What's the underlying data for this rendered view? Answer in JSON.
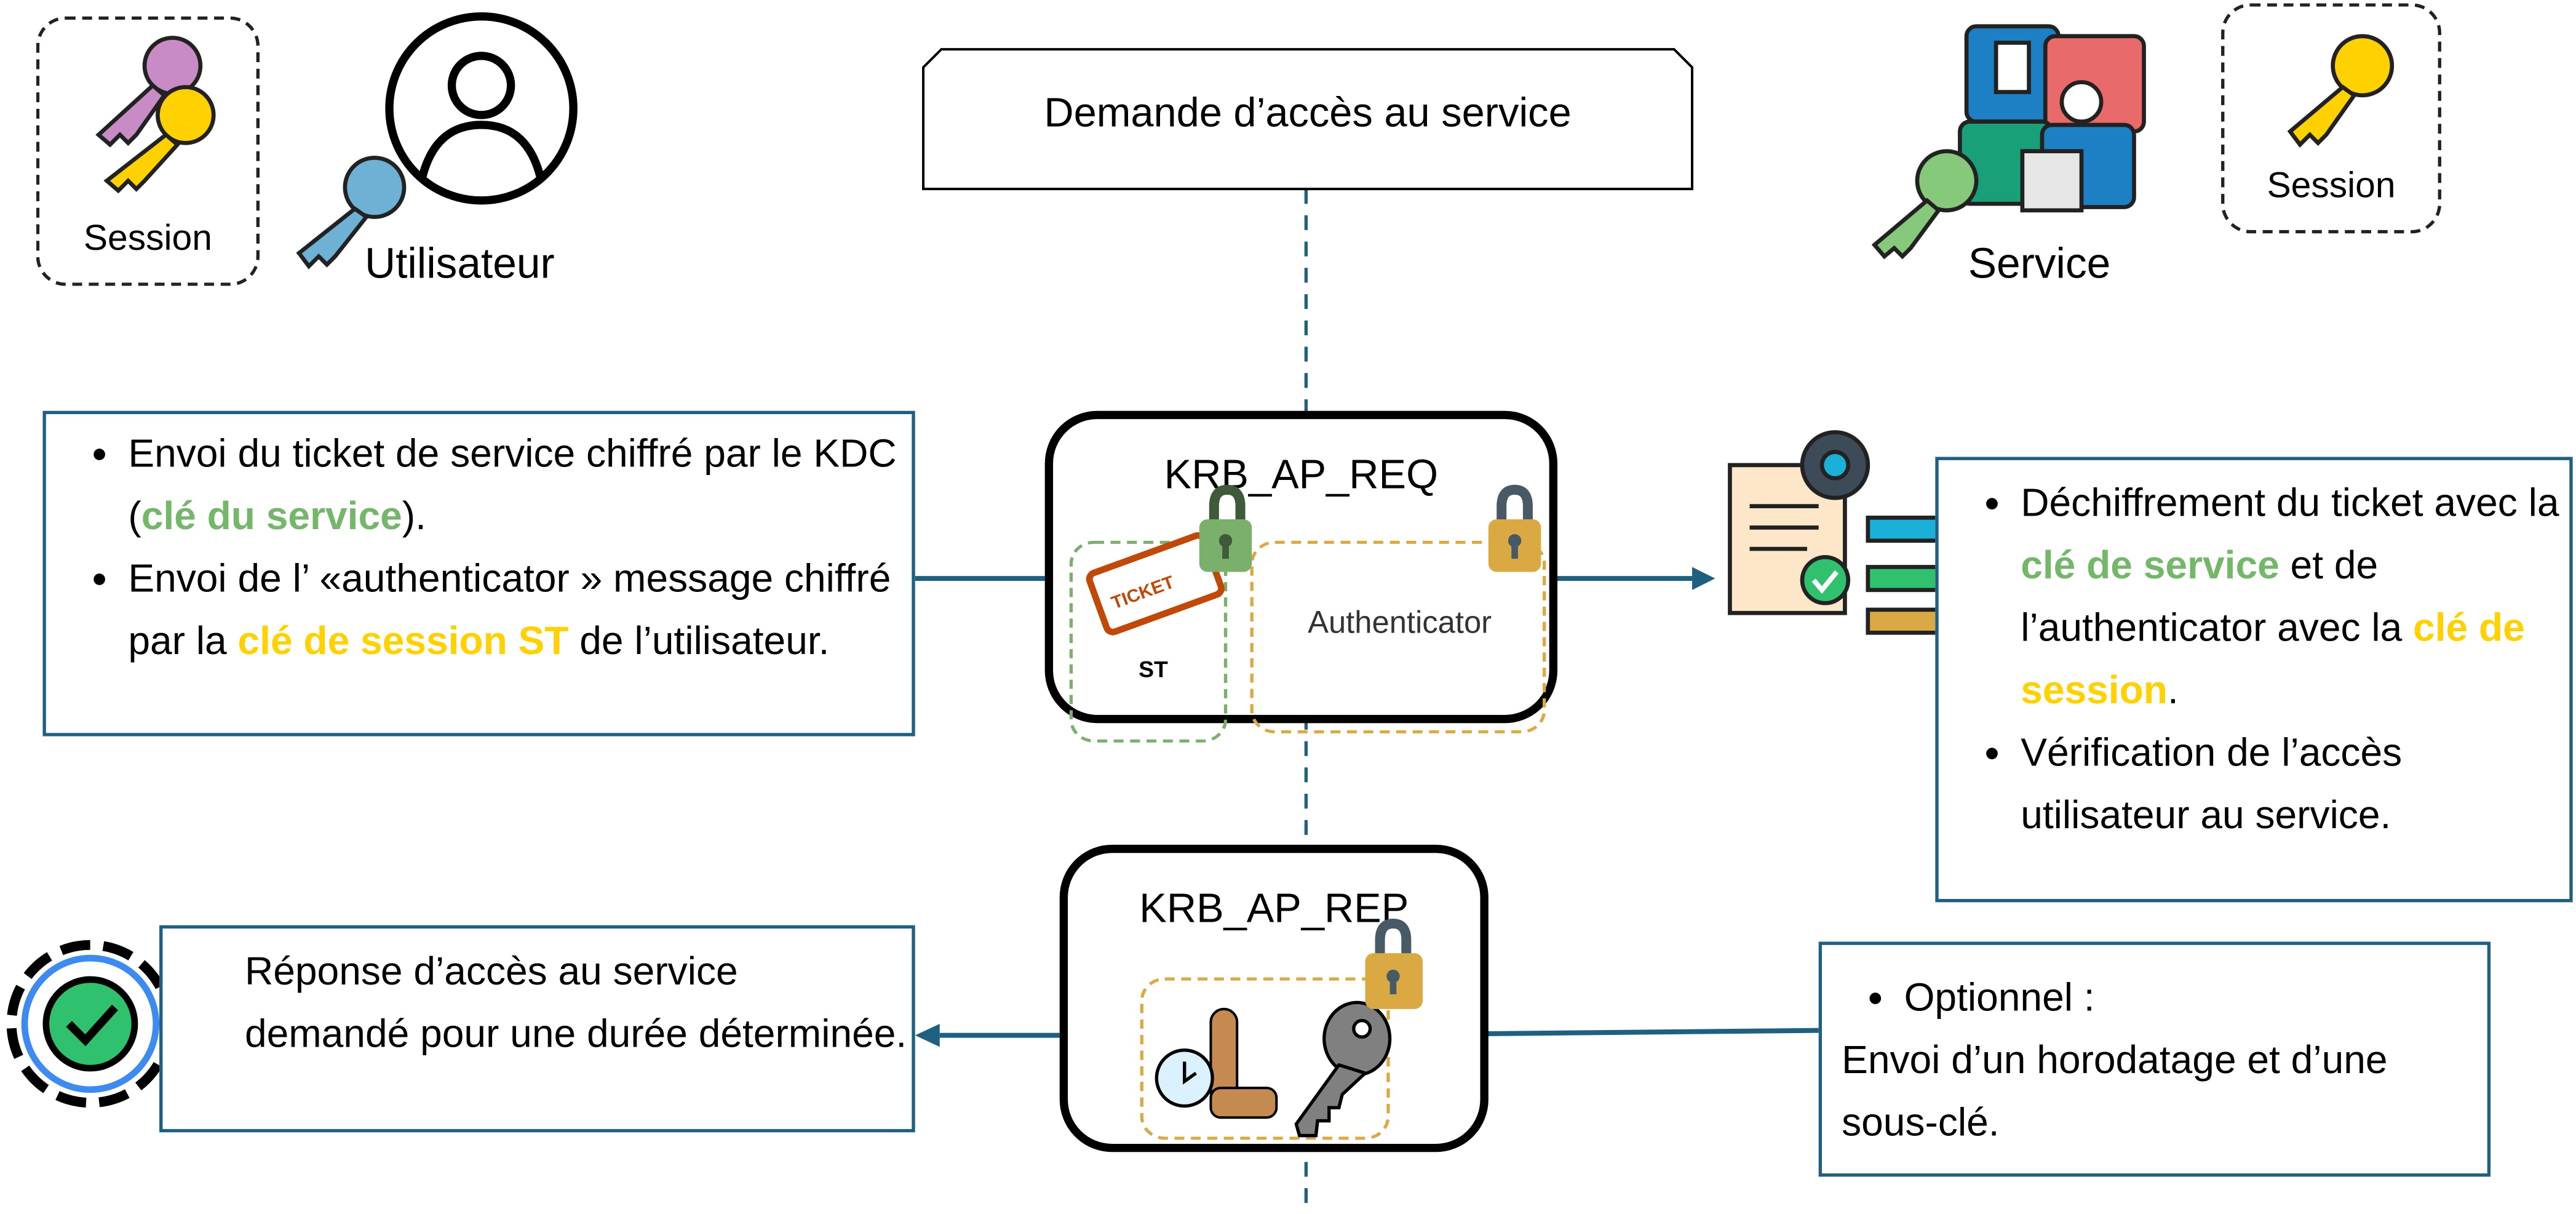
{
  "title": "Demande d’accès au service",
  "left_actor": {
    "session_label": "Session",
    "label": "Utilisateur"
  },
  "right_actor": {
    "session_label": "Session",
    "label": "Service"
  },
  "request": {
    "name": "KRB_AP_REQ",
    "ticket_text": "TICKET",
    "ticket_label": "ST",
    "authenticator_label": "Authenticator",
    "description": {
      "item1_a": "Envoi du ticket de service chiffré par le KDC (",
      "item1_key": "clé du service",
      "item1_b": ").",
      "item2_a": "Envoi de l’ «authenticator » message chiffré par la ",
      "item2_key": "clé de session ST",
      "item2_b": " de l’utilisateur."
    }
  },
  "service_check": {
    "item1_a": "Déchiffrement du ticket avec la ",
    "item1_key1": "clé de service",
    "item1_b": " et de l’authenticator avec la ",
    "item1_key2": "clé de session",
    "item1_c": ".",
    "item2": "Vérification de l’accès utilisateur au service."
  },
  "reply": {
    "name": "KRB_AP_REP",
    "result": "Réponse d’accès au service demandé pour une durée déterminée.",
    "optional_title": "Optionnel :",
    "optional_text": "Envoi d’un horodatage et d’une sous-clé."
  },
  "colors": {
    "line": "#1f5f7f",
    "service_key": "#74b76a",
    "session_key": "#ffd100",
    "ticket": "#c0490a",
    "lock_gold": "#dba944",
    "lock_green": "#7aaf6c"
  }
}
